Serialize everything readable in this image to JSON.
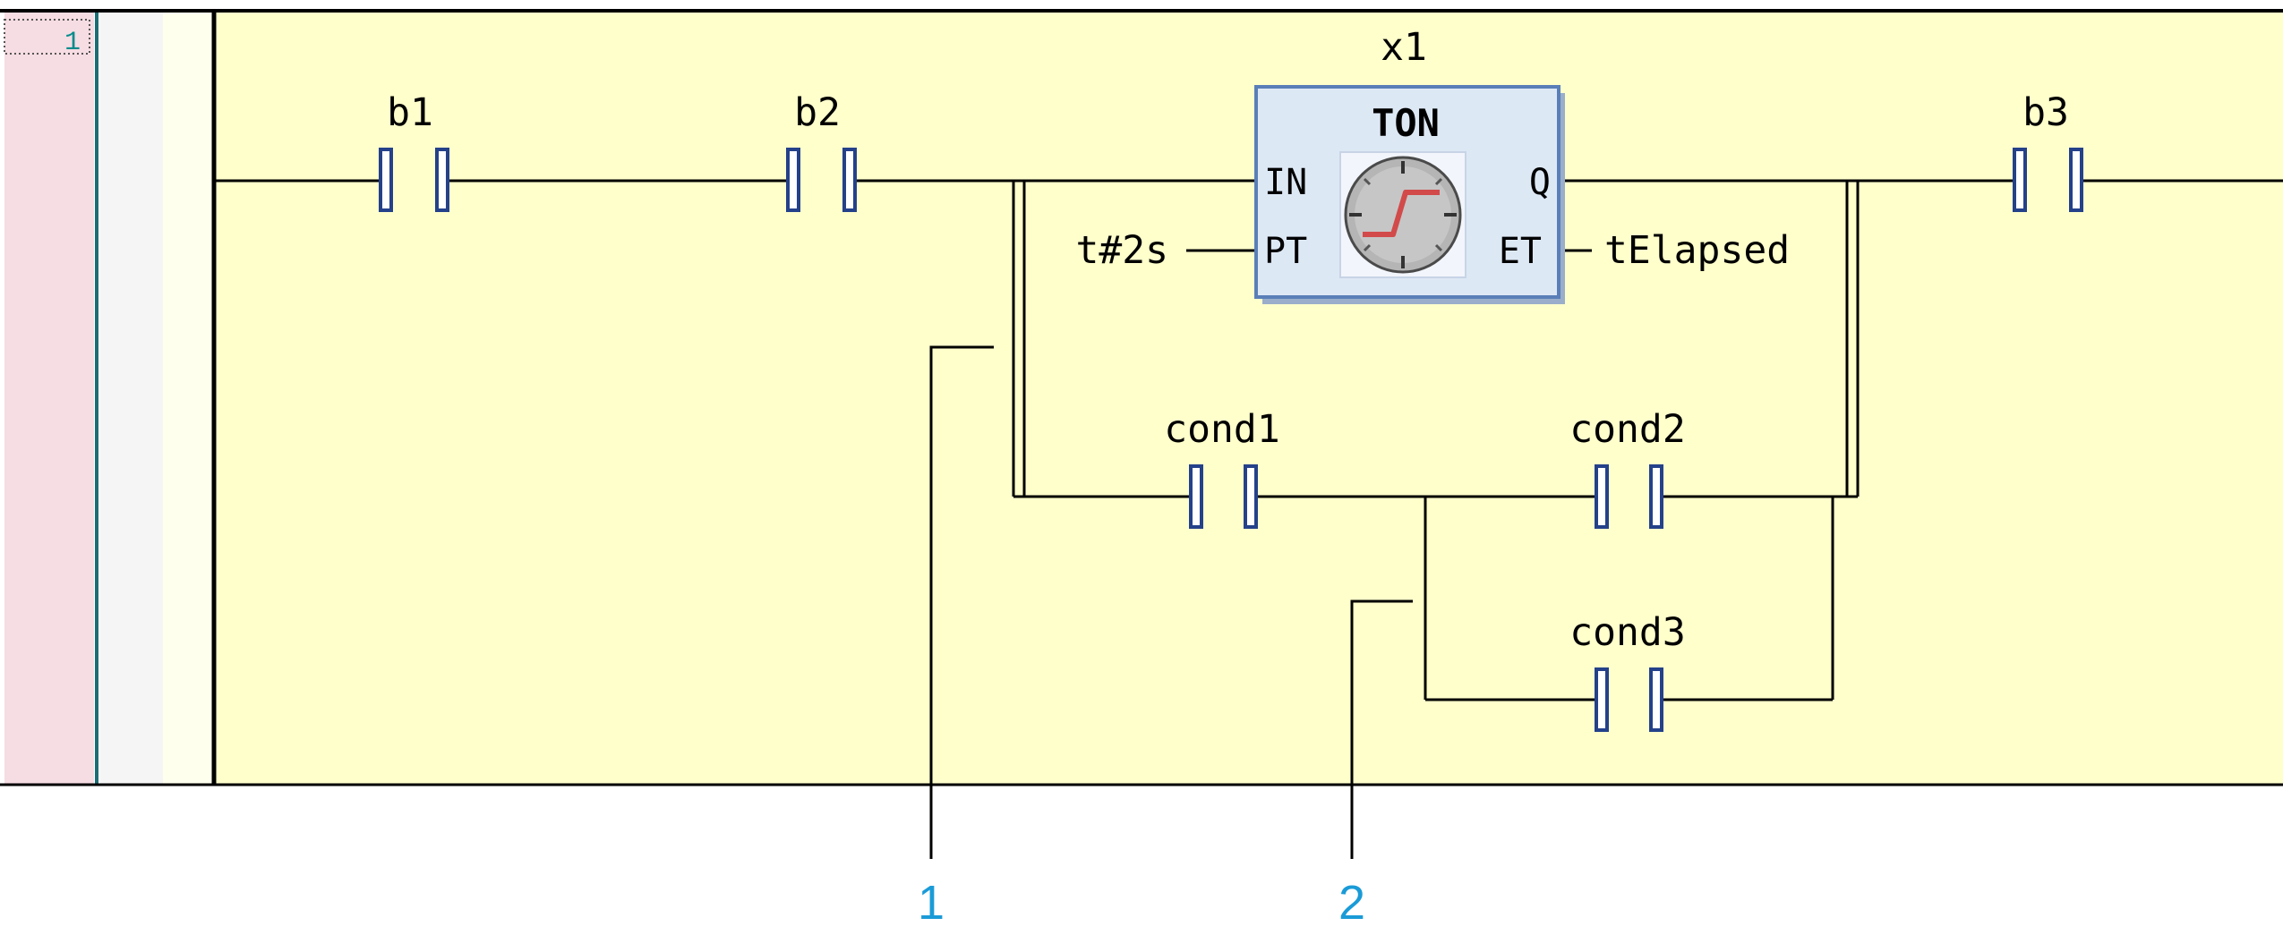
{
  "network": {
    "row_number": "1"
  },
  "contacts": {
    "b1": "b1",
    "b2": "b2",
    "b3": "b3",
    "cond1": "cond1",
    "cond2": "cond2",
    "cond3": "cond3"
  },
  "timer_block": {
    "instance": "x1",
    "type": "TON",
    "pins": {
      "in": "IN",
      "pt": "PT",
      "q": "Q",
      "et": "ET"
    },
    "pt_value": "t#2s",
    "et_value": "tElapsed"
  },
  "callouts": [
    "1",
    "2"
  ],
  "colors": {
    "rung_background": "#ffffcc",
    "left_margin": "#f6dce3",
    "block_fill": "#dde8f5",
    "block_border": "#5a7fb8",
    "contact_border": "#24418a",
    "clock_ramp": "#d24a4a",
    "callout": "#1a9bd7",
    "row_number": "#008b8b"
  }
}
